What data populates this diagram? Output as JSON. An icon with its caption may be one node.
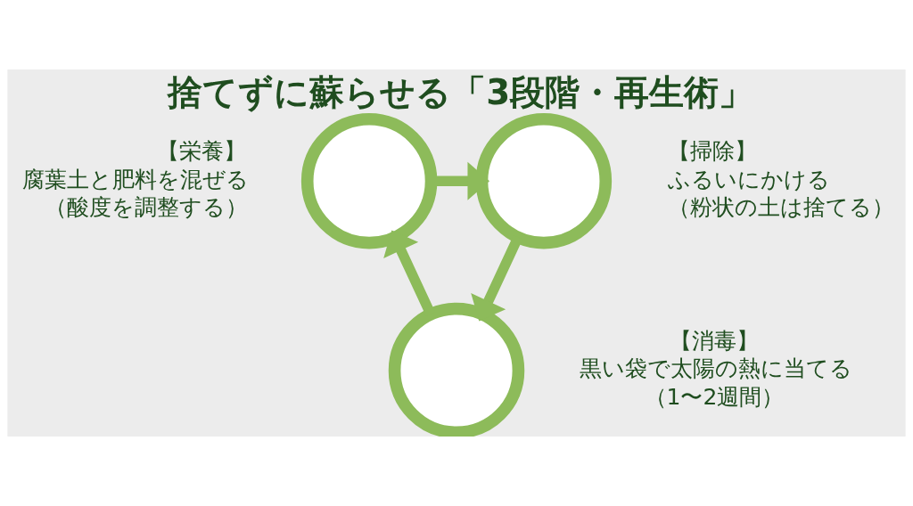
{
  "diagram": {
    "title": "捨てずに蘇らせる「3段階・再生術」",
    "nodes": [
      {
        "text": [],
        "shape": "circle",
        "beside": [
          "【栄養】",
          "腐葉土と肥料を混ぜる",
          "（酸度を調整する）"
        ]
      },
      {
        "text": [],
        "shape": "circle",
        "beside": [
          "【掃除】",
          "ふるいにかける",
          "（粉状の土は捨てる）"
        ]
      },
      {
        "text": [],
        "shape": "circle",
        "beside": [
          "【消毒】",
          "黒い袋で太陽の熱に当てる",
          "（1〜2週間）"
        ]
      }
    ],
    "edges": [
      {
        "from": 0,
        "to": 1,
        "arrow": "to"
      },
      {
        "from": 1,
        "to": 2,
        "arrow": "to"
      },
      {
        "from": 2,
        "to": 0,
        "arrow": "to"
      }
    ]
  }
}
